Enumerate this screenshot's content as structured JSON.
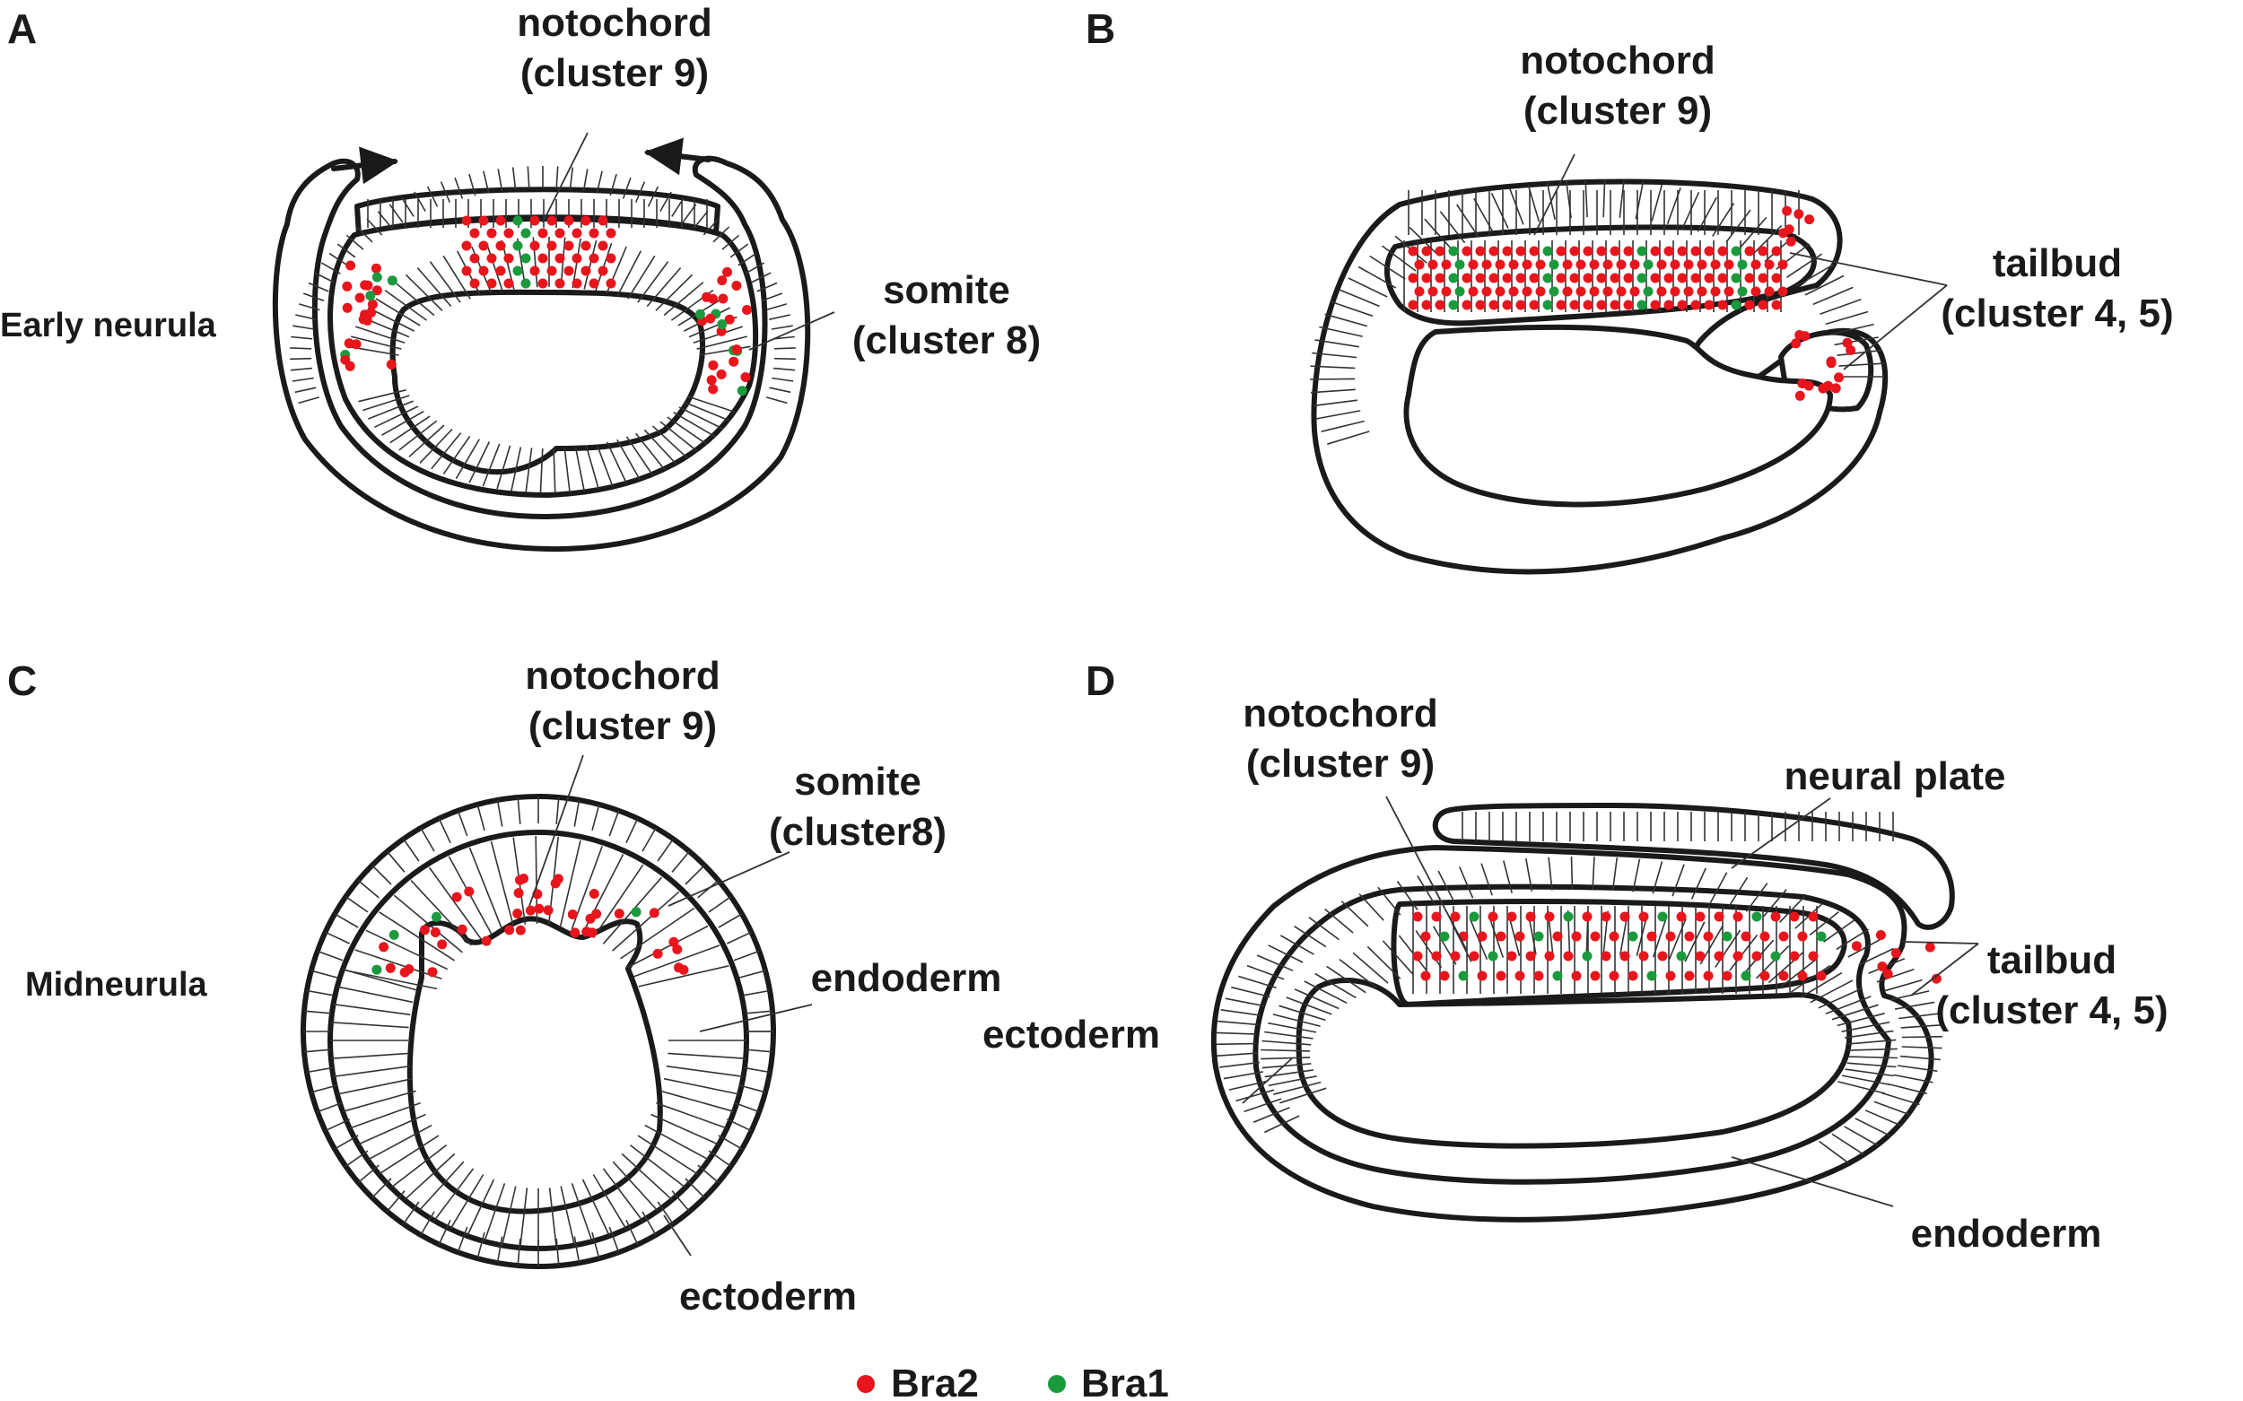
{
  "colors": {
    "bra2": "#e8151c",
    "bra1": "#1a9a3c",
    "outline": "#1a1a1a"
  },
  "panels": {
    "a": {
      "letter": "A",
      "stage": "Early neurula",
      "notochord": [
        "notochord",
        "(cluster 9)"
      ],
      "somite": [
        "somite",
        "(cluster 8)"
      ]
    },
    "b": {
      "letter": "B",
      "notochord": [
        "notochord",
        "(cluster 9)"
      ],
      "tailbud": [
        "tailbud",
        "(cluster 4, 5)"
      ]
    },
    "c": {
      "letter": "C",
      "stage": "Midneurula",
      "notochord": [
        "notochord",
        "(cluster 9)"
      ],
      "somite": [
        "somite",
        "(cluster8)"
      ],
      "endoderm": "endoderm",
      "ectoderm": "ectoderm"
    },
    "d": {
      "letter": "D",
      "notochord": [
        "notochord",
        "(cluster 9)"
      ],
      "neural_plate": "neural plate",
      "tailbud": [
        "tailbud",
        "(cluster 4, 5)"
      ],
      "ectoderm": "ectoderm",
      "endoderm": "endoderm"
    }
  },
  "legend": [
    {
      "name": "Bra2",
      "color": "#e8151c"
    },
    {
      "name": "Bra1",
      "color": "#1a9a3c"
    }
  ]
}
